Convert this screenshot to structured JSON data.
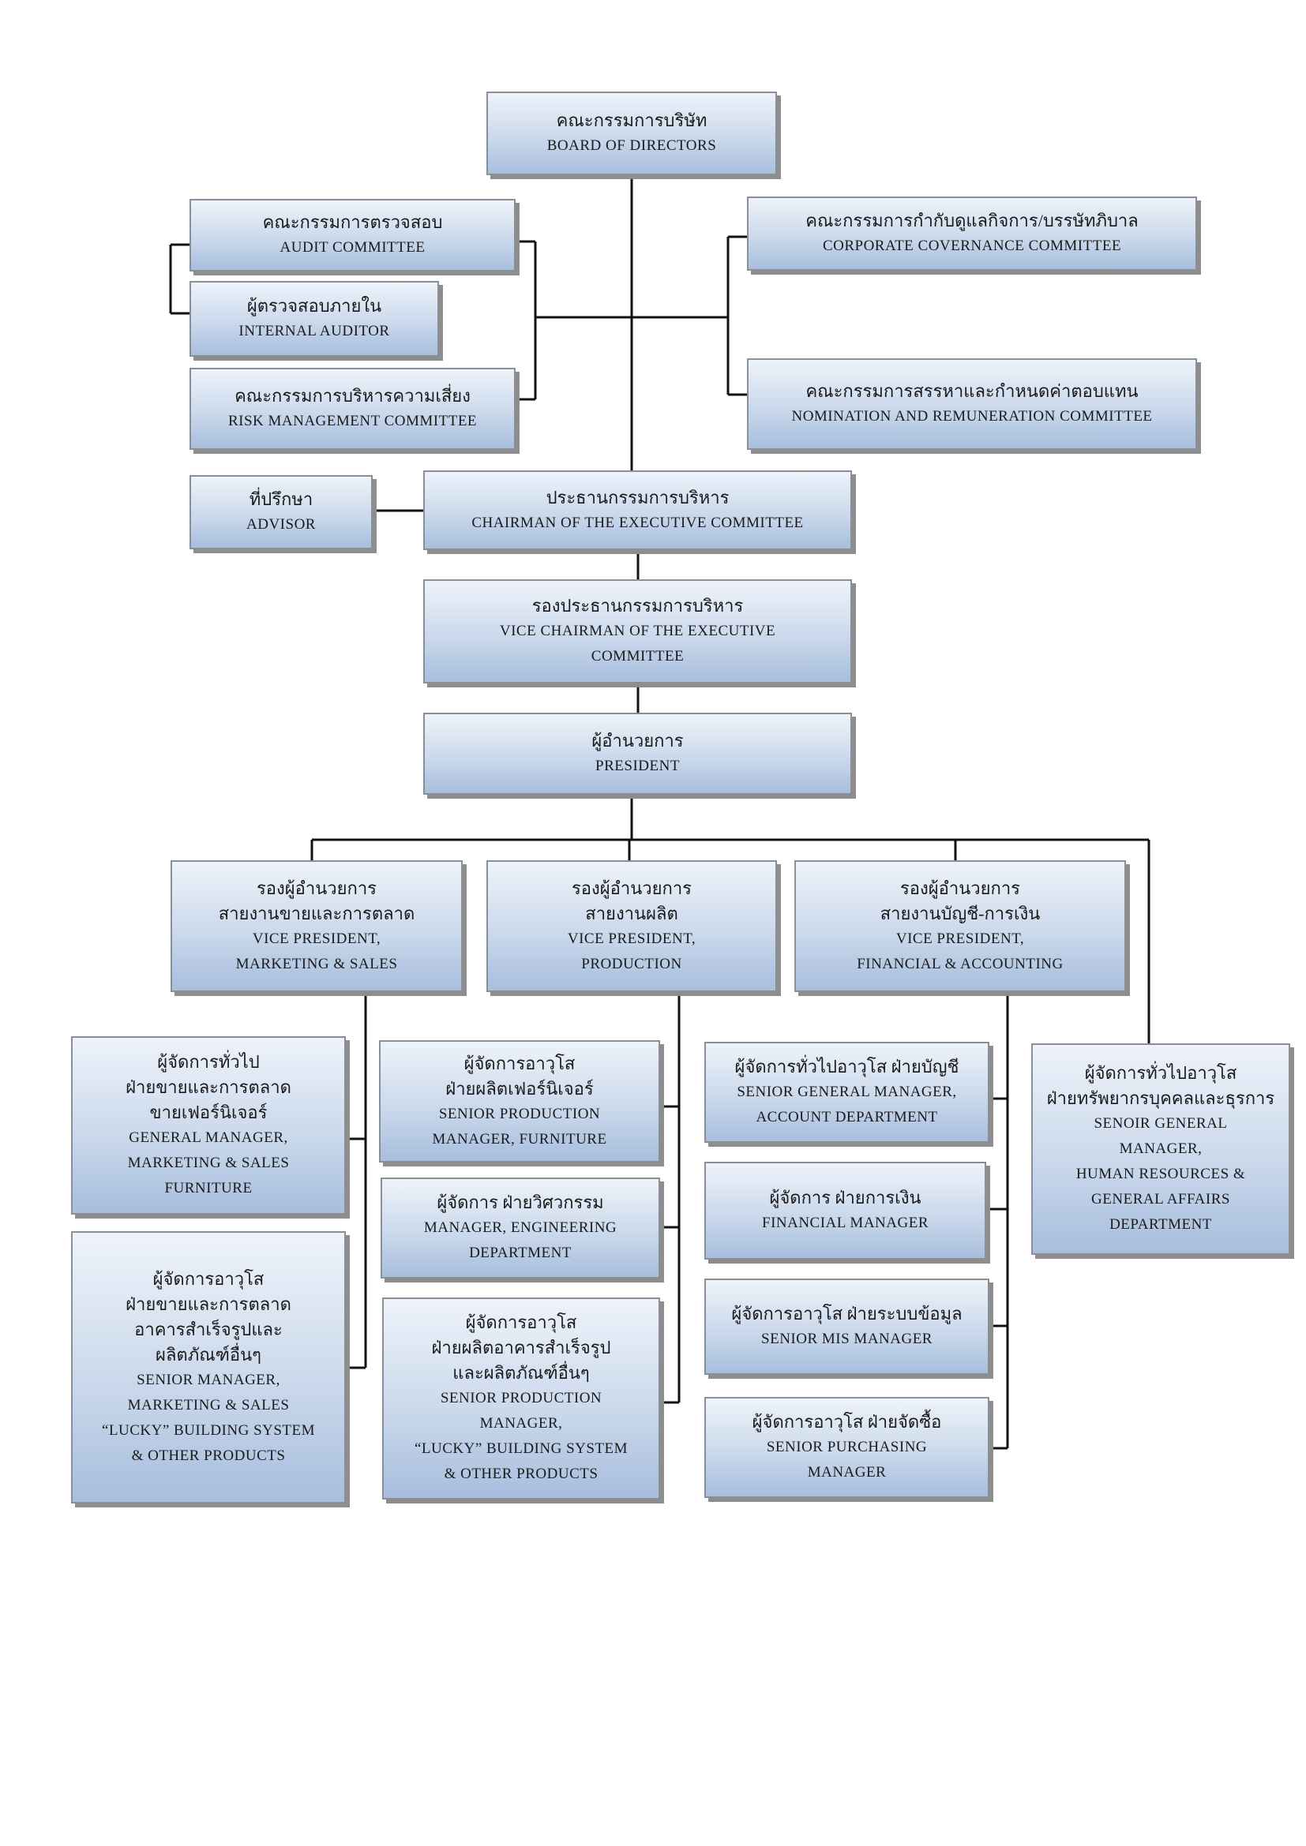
{
  "board": {
    "th": "คณะกรรมการบริษัท",
    "en": "BOARD OF DIRECTORS"
  },
  "audit": {
    "th": "คณะกรรมการตรวจสอบ",
    "en": "AUDIT COMMITTEE"
  },
  "internal_auditor": {
    "th": "ผู้ตรวจสอบภายใน",
    "en": "INTERNAL AUDITOR"
  },
  "risk": {
    "th": "คณะกรรมการบริหารความเสี่ยง",
    "en": "RISK MANAGEMENT COMMITTEE"
  },
  "governance": {
    "th": "คณะกรรมการกำกับดูแลกิจการ/บรรษัทภิบาล",
    "en": "CORPORATE COVERNANCE COMMITTEE"
  },
  "nomination": {
    "th": "คณะกรรมการสรรหาและกำหนดค่าตอบแทน",
    "en": "NOMINATION AND REMUNERATION COMMITTEE"
  },
  "advisor": {
    "th": "ที่ปรึกษา",
    "en": "ADVISOR"
  },
  "chairman_exec": {
    "th": "ประธานกรรมการบริหาร",
    "en": "CHAIRMAN OF THE EXECUTIVE COMMITTEE"
  },
  "vice_chairman_exec": {
    "th": "รองประธานกรรมการบริหาร",
    "en1": "VICE CHAIRMAN OF THE EXECUTIVE",
    "en2": "COMMITTEE"
  },
  "president": {
    "th": "ผู้อำนวยการ",
    "en": "PRESIDENT"
  },
  "vp_marketing": {
    "th1": "รองผู้อำนวยการ",
    "th2": "สายงานขายและการตลาด",
    "en1": "VICE PRESIDENT,",
    "en2": "MARKETING & SALES"
  },
  "vp_production": {
    "th1": "รองผู้อำนวยการ",
    "th2": "สายงานผลิต",
    "en1": "VICE PRESIDENT,",
    "en2": "PRODUCTION"
  },
  "vp_finance": {
    "th1": "รองผู้อำนวยการ",
    "th2": "สายงานบัญชี-การเงิน",
    "en1": "VICE PRESIDENT,",
    "en2": "FINANCIAL & ACCOUNTING"
  },
  "gm_marketing_furniture": {
    "th1": "ผู้จัดการทั่วไป",
    "th2": "ฝ่ายขายและการตลาด",
    "th3": "ขายเฟอร์นิเจอร์",
    "en1": "GENERAL MANAGER,",
    "en2": "MARKETING & SALES",
    "en3": "FURNITURE"
  },
  "sm_marketing_lucky": {
    "th1": "ผู้จัดการอาวุโส",
    "th2": "ฝ่ายขายและการตลาด",
    "th3": "อาคารสำเร็จรูปและ",
    "th4": "ผลิตภัณฑ์อื่นๆ",
    "en1": "SENIOR MANAGER,",
    "en2": "MARKETING & SALES",
    "en3": "“LUCKY” BUILDING SYSTEM",
    "en4": "& OTHER PRODUCTS"
  },
  "spm_furniture": {
    "th1": "ผู้จัดการอาวุโส",
    "th2": "ฝ่ายผลิตเฟอร์นิเจอร์",
    "en1": "SENIOR PRODUCTION",
    "en2": "MANAGER, FURNITURE"
  },
  "mgr_engineering": {
    "th": "ผู้จัดการ ฝ่ายวิศวกรรม",
    "en1": "MANAGER, ENGINEERING",
    "en2": "DEPARTMENT"
  },
  "spm_lucky": {
    "th1": "ผู้จัดการอาวุโส",
    "th2": "ฝ่ายผลิตอาคารสำเร็จรูป",
    "th3": "และผลิตภัณฑ์อื่นๆ",
    "en1": "SENIOR PRODUCTION",
    "en2": "MANAGER,",
    "en3": "“LUCKY” BUILDING SYSTEM",
    "en4": "& OTHER PRODUCTS"
  },
  "sgm_account": {
    "th": "ผู้จัดการทั่วไปอาวุโส ฝ่ายบัญชี",
    "en1": "SENIOR GENERAL MANAGER,",
    "en2": "ACCOUNT DEPARTMENT"
  },
  "fin_manager": {
    "th": "ผู้จัดการ ฝ่ายการเงิน",
    "en": "FINANCIAL MANAGER"
  },
  "mis_manager": {
    "th": "ผู้จัดการอาวุโส ฝ่ายระบบข้อมูล",
    "en": "SENIOR MIS MANAGER"
  },
  "purchasing_manager": {
    "th": "ผู้จัดการอาวุโส ฝ่ายจัดซื้อ",
    "en1": "SENIOR PURCHASING",
    "en2": "MANAGER"
  },
  "sgm_hr": {
    "th1": "ผู้จัดการทั่วไปอาวุโส",
    "th2": "ฝ่ายทรัพยากรบุคคลและธุรการ",
    "en1": "SENOIR GENERAL",
    "en2": "MANAGER,",
    "en3": "HUMAN RESOURCES &",
    "en4": "GENERAL AFFAIRS",
    "en5": "DEPARTMENT"
  },
  "colors": {
    "line": "#111111",
    "box_border": "#8a8f97",
    "shadow": "#8d8d8d",
    "fill_top": "#eef3fa",
    "fill_bottom": "#a7bedd"
  }
}
